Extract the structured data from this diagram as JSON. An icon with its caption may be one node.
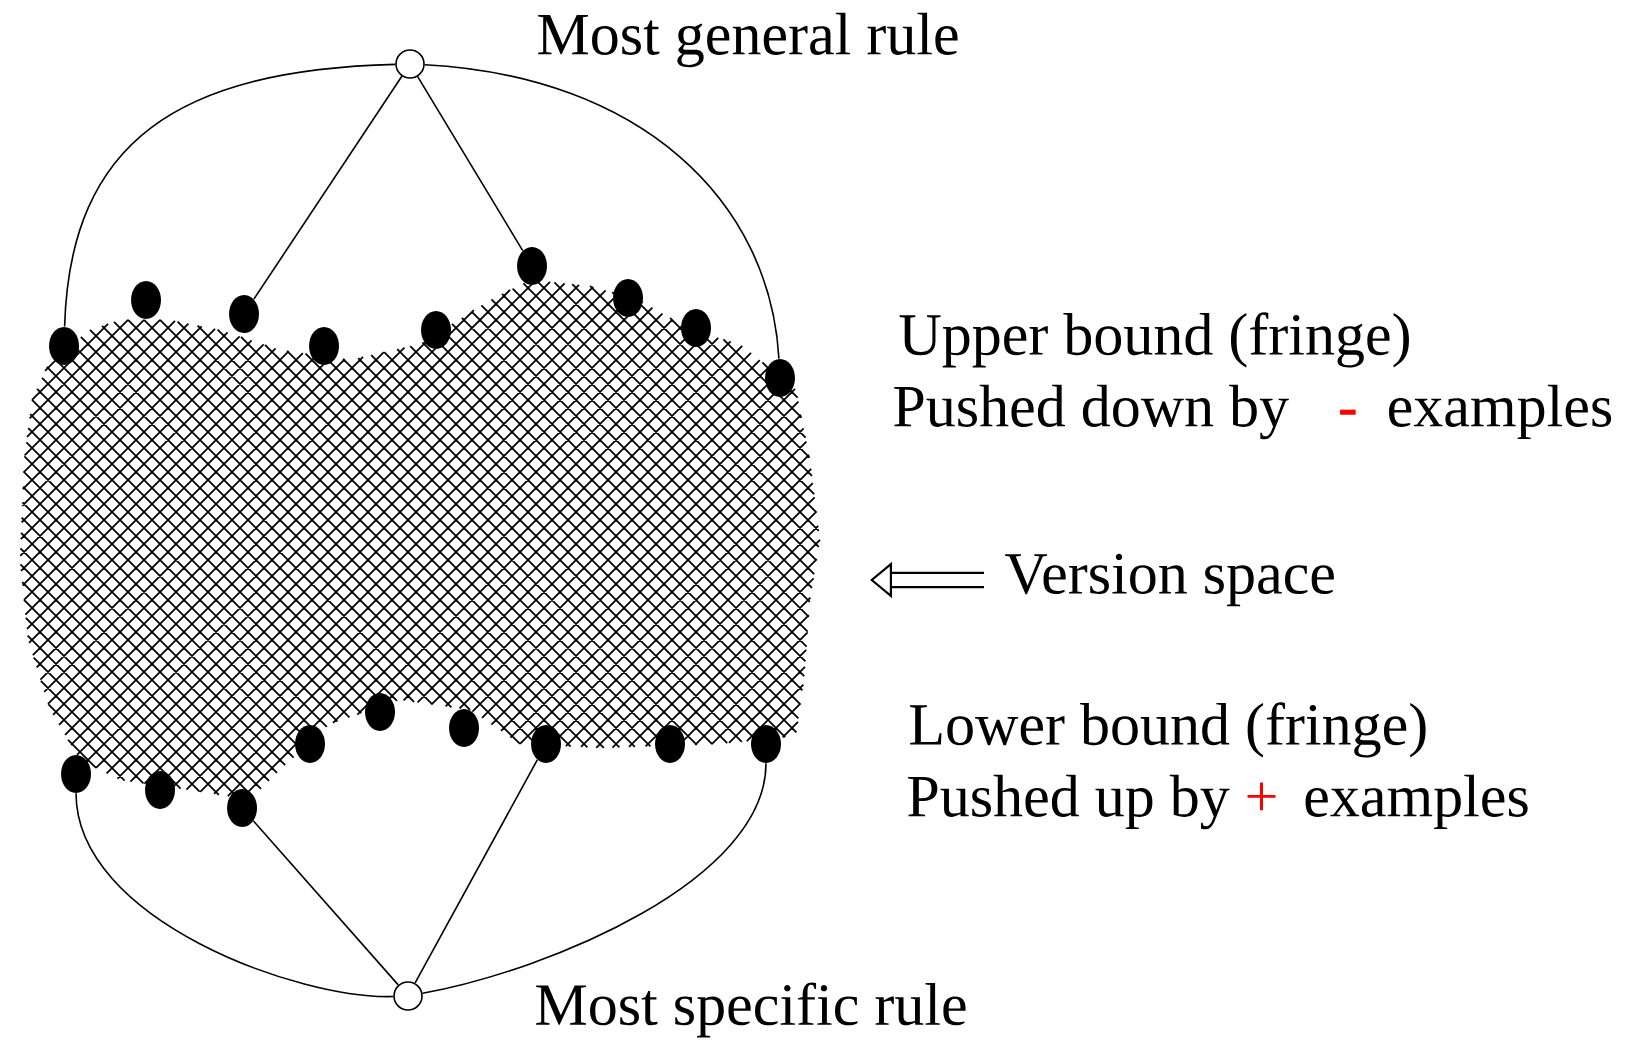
{
  "diagram": {
    "nodes": [
      {
        "text": [],
        "shape": "circle",
        "beside": [
          "Most general rule"
        ]
      },
      {
        "text": [],
        "shape": "dot"
      },
      {
        "text": [],
        "shape": "dot"
      },
      {
        "text": [],
        "shape": "dot"
      },
      {
        "text": [],
        "shape": "dot"
      },
      {
        "text": [],
        "shape": "dot"
      },
      {
        "text": [],
        "shape": "dot"
      },
      {
        "text": [],
        "shape": "dot"
      },
      {
        "text": [],
        "shape": "dot"
      },
      {
        "text": [],
        "shape": "dot"
      },
      {
        "text": [
          "Version space"
        ]
      },
      {
        "text": [],
        "shape": "dot"
      },
      {
        "text": [],
        "shape": "dot"
      },
      {
        "text": [],
        "shape": "dot"
      },
      {
        "text": [],
        "shape": "dot"
      },
      {
        "text": [],
        "shape": "dot"
      },
      {
        "text": [],
        "shape": "dot"
      },
      {
        "text": [],
        "shape": "dot"
      },
      {
        "text": [],
        "shape": "dot"
      },
      {
        "text": [],
        "shape": "dot"
      },
      {
        "text": [],
        "shape": "circle",
        "beside": [
          "Most specific rule"
        ]
      }
    ],
    "edges": [
      {
        "from": 0,
        "to": 1,
        "arrow": "none"
      },
      {
        "from": 0,
        "to": 3,
        "arrow": "none"
      },
      {
        "from": 0,
        "to": 6,
        "arrow": "none"
      },
      {
        "from": 0,
        "to": 9,
        "arrow": "none"
      },
      {
        "from": 10,
        "to": null,
        "arrow": "to",
        "style": "thick"
      },
      {
        "from": 20,
        "to": 11,
        "arrow": "none"
      },
      {
        "from": 20,
        "to": 13,
        "arrow": "none"
      },
      {
        "from": 20,
        "to": 17,
        "arrow": "none"
      },
      {
        "from": 20,
        "to": 19,
        "arrow": "none"
      }
    ],
    "labels": [
      "Upper bound (fringe)",
      "Pushed down by",
      "-",
      "examples",
      "Lower bound (fringe)",
      "Pushed up by",
      "+",
      "examples"
    ]
  }
}
